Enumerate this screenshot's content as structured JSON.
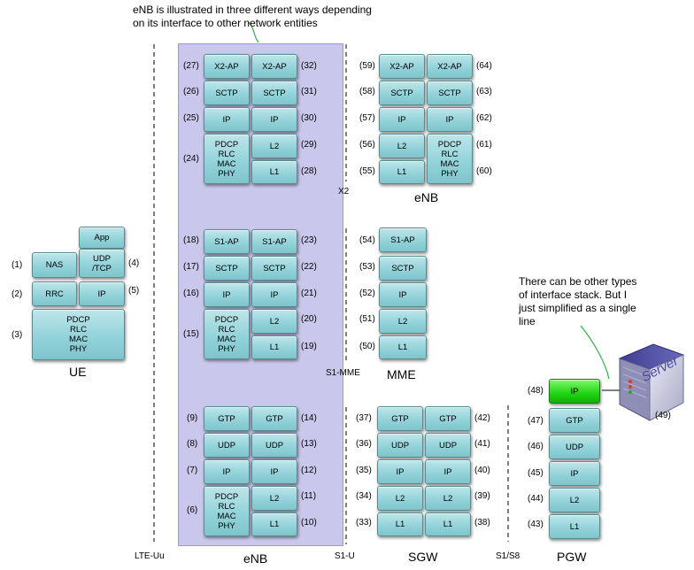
{
  "notes": {
    "top": "eNB is illustrated in three different ways depending\non its interface to other network entities",
    "right": "There can be other types\nof interface stack. But I\njust simplified as a single\nline"
  },
  "interfaces": [
    {
      "id": "lte-uu",
      "label": "LTE-Uu"
    },
    {
      "id": "x2",
      "label": "X2"
    },
    {
      "id": "s1-mme",
      "label": "S1-MME"
    },
    {
      "id": "s1-u",
      "label": "S1-U"
    },
    {
      "id": "s1-s8",
      "label": "S1/S8"
    }
  ],
  "entities": [
    {
      "id": "ue",
      "caption": "UE",
      "boxes": [
        {
          "text": "App"
        },
        {
          "text": "UDP\n/TCP"
        },
        {
          "text": "NAS"
        },
        {
          "text": "RRC"
        },
        {
          "text": "IP"
        },
        {
          "text": "PDCP\nRLC\nMAC\nPHY"
        }
      ],
      "labels": [
        "(1)",
        "(2)",
        "(3)",
        "(4)",
        "(5)"
      ]
    },
    {
      "id": "enb-x2",
      "caption": "",
      "boxes": [
        {
          "text": "X2-AP"
        },
        {
          "text": "SCTP"
        },
        {
          "text": "IP"
        },
        {
          "text": "PDCP\nRLC\nMAC\nPHY"
        },
        {
          "text": "X2-AP"
        },
        {
          "text": "SCTP"
        },
        {
          "text": "IP"
        },
        {
          "text": "L2"
        },
        {
          "text": "L1"
        }
      ],
      "labels": [
        "(27)",
        "(26)",
        "(25)",
        "(24)",
        "(32)",
        "(31)",
        "(30)",
        "(29)",
        "(28)"
      ]
    },
    {
      "id": "enb-s1mme",
      "caption": "",
      "boxes": [
        {
          "text": "S1-AP"
        },
        {
          "text": "SCTP"
        },
        {
          "text": "IP"
        },
        {
          "text": "PDCP\nRLC\nMAC\nPHY"
        },
        {
          "text": "S1-AP"
        },
        {
          "text": "SCTP"
        },
        {
          "text": "IP"
        },
        {
          "text": "L2"
        },
        {
          "text": "L1"
        }
      ],
      "labels": [
        "(18)",
        "(17)",
        "(16)",
        "(15)",
        "(23)",
        "(22)",
        "(21)",
        "(20)",
        "(19)"
      ]
    },
    {
      "id": "enb-s1u",
      "caption": "eNB",
      "boxes": [
        {
          "text": "GTP"
        },
        {
          "text": "UDP"
        },
        {
          "text": "IP"
        },
        {
          "text": "PDCP\nRLC\nMAC\nPHY"
        },
        {
          "text": "GTP"
        },
        {
          "text": "UDP"
        },
        {
          "text": "IP"
        },
        {
          "text": "L2"
        },
        {
          "text": "L1"
        }
      ],
      "labels": [
        "(9)",
        "(8)",
        "(7)",
        "(6)",
        "(14)",
        "(13)",
        "(12)",
        "(11)",
        "(10)"
      ]
    },
    {
      "id": "enb-peer",
      "caption": "eNB",
      "boxes": [
        {
          "text": "X2-AP"
        },
        {
          "text": "SCTP"
        },
        {
          "text": "IP"
        },
        {
          "text": "L2"
        },
        {
          "text": "L1"
        },
        {
          "text": "X2-AP"
        },
        {
          "text": "SCTP"
        },
        {
          "text": "IP"
        },
        {
          "text": "PDCP\nRLC\nMAC\nPHY"
        }
      ],
      "labels": [
        "(59)",
        "(58)",
        "(57)",
        "(56)",
        "(55)",
        "(64)",
        "(63)",
        "(62)",
        "(61)",
        "(60)"
      ]
    },
    {
      "id": "mme",
      "caption": "MME",
      "boxes": [
        {
          "text": "S1-AP"
        },
        {
          "text": "SCTP"
        },
        {
          "text": "IP"
        },
        {
          "text": "L2"
        },
        {
          "text": "L1"
        }
      ],
      "labels": [
        "(54)",
        "(53)",
        "(52)",
        "(51)",
        "(50)"
      ]
    },
    {
      "id": "sgw",
      "caption": "SGW",
      "boxes": [
        {
          "text": "GTP"
        },
        {
          "text": "UDP"
        },
        {
          "text": "IP"
        },
        {
          "text": "L2"
        },
        {
          "text": "L1"
        },
        {
          "text": "GTP"
        },
        {
          "text": "UDP"
        },
        {
          "text": "IP"
        },
        {
          "text": "L2"
        },
        {
          "text": "L1"
        }
      ],
      "labels": [
        "(37)",
        "(36)",
        "(35)",
        "(34)",
        "(33)",
        "(42)",
        "(41)",
        "(40)",
        "(39)",
        "(38)"
      ]
    },
    {
      "id": "pgw",
      "caption": "PGW",
      "boxes": [
        {
          "text": "IP"
        },
        {
          "text": "GTP"
        },
        {
          "text": "UDP"
        },
        {
          "text": "IP"
        },
        {
          "text": "L2"
        },
        {
          "text": "L1"
        }
      ],
      "labels": [
        "(48)",
        "(47)",
        "(46)",
        "(45)",
        "(44)",
        "(43)"
      ]
    }
  ],
  "server": {
    "text": "Server",
    "label": "(49)"
  },
  "colors": {
    "box": "#93d3da",
    "highlight": "#22d414",
    "panel": "#c9c8ec"
  }
}
